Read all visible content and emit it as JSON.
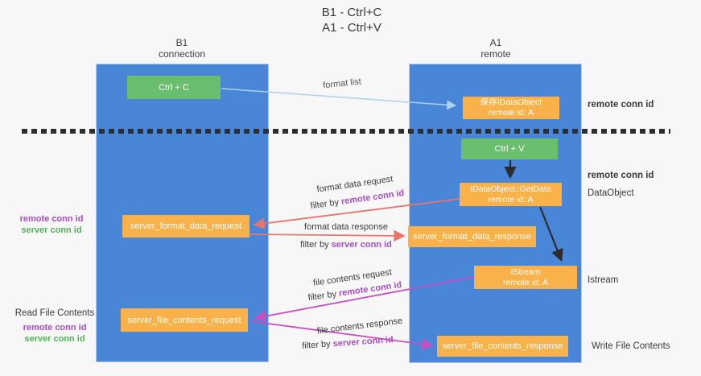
{
  "title": {
    "line1": "B1 - Ctrl+C",
    "line2": "A1 - Ctrl+V"
  },
  "columns": {
    "left": {
      "name": "B1",
      "role": "connection"
    },
    "right": {
      "name": "A1",
      "role": "remote"
    }
  },
  "nodes": {
    "ctrl_c": {
      "label": "Ctrl + C"
    },
    "store_idataobject": {
      "line1": "保存IDataObject",
      "line2": "remote id: A"
    },
    "ctrl_v": {
      "label": "Ctrl + V"
    },
    "getdata": {
      "line1": "IDataObject::GetData",
      "line2": "remote id: A"
    },
    "format_request": {
      "label": "server_format_data_request"
    },
    "format_response": {
      "label": "server_format_data_response"
    },
    "istream": {
      "line1": "IStream",
      "line2": "remote id: A"
    },
    "file_request": {
      "label": "server_file_contents_request"
    },
    "file_response": {
      "label": "server_file_contents_response"
    }
  },
  "edge_labels": {
    "format_list": "format list",
    "format_data_request": "format data request",
    "format_data_response": "format data response",
    "file_contents_request": "file contents request",
    "file_contents_response": "file contents response",
    "filter_by": "filter by ",
    "remote_conn_id": "remote conn id",
    "server_conn_id": "server conn id"
  },
  "side_labels": {
    "left_remote": "remote conn id",
    "left_server": "server conn id",
    "read_file": "Read File Contents",
    "right_remote_top": "remote conn id",
    "right_remote_mid": "remote conn id",
    "dataobject": "DataObject",
    "istream": "Istream",
    "write_file": "Write File Contents"
  },
  "colors": {
    "column_blue": "#4a86d8",
    "box_orange": "#f9b14a",
    "box_green": "#6abf6e",
    "arrow_red": "#e8756b",
    "arrow_magenta": "#c750c0",
    "arrow_lightblue": "#a9d3f2",
    "arrow_black": "#2b2b2b",
    "text_purple": "#a64dc1",
    "text_green": "#53b257"
  }
}
